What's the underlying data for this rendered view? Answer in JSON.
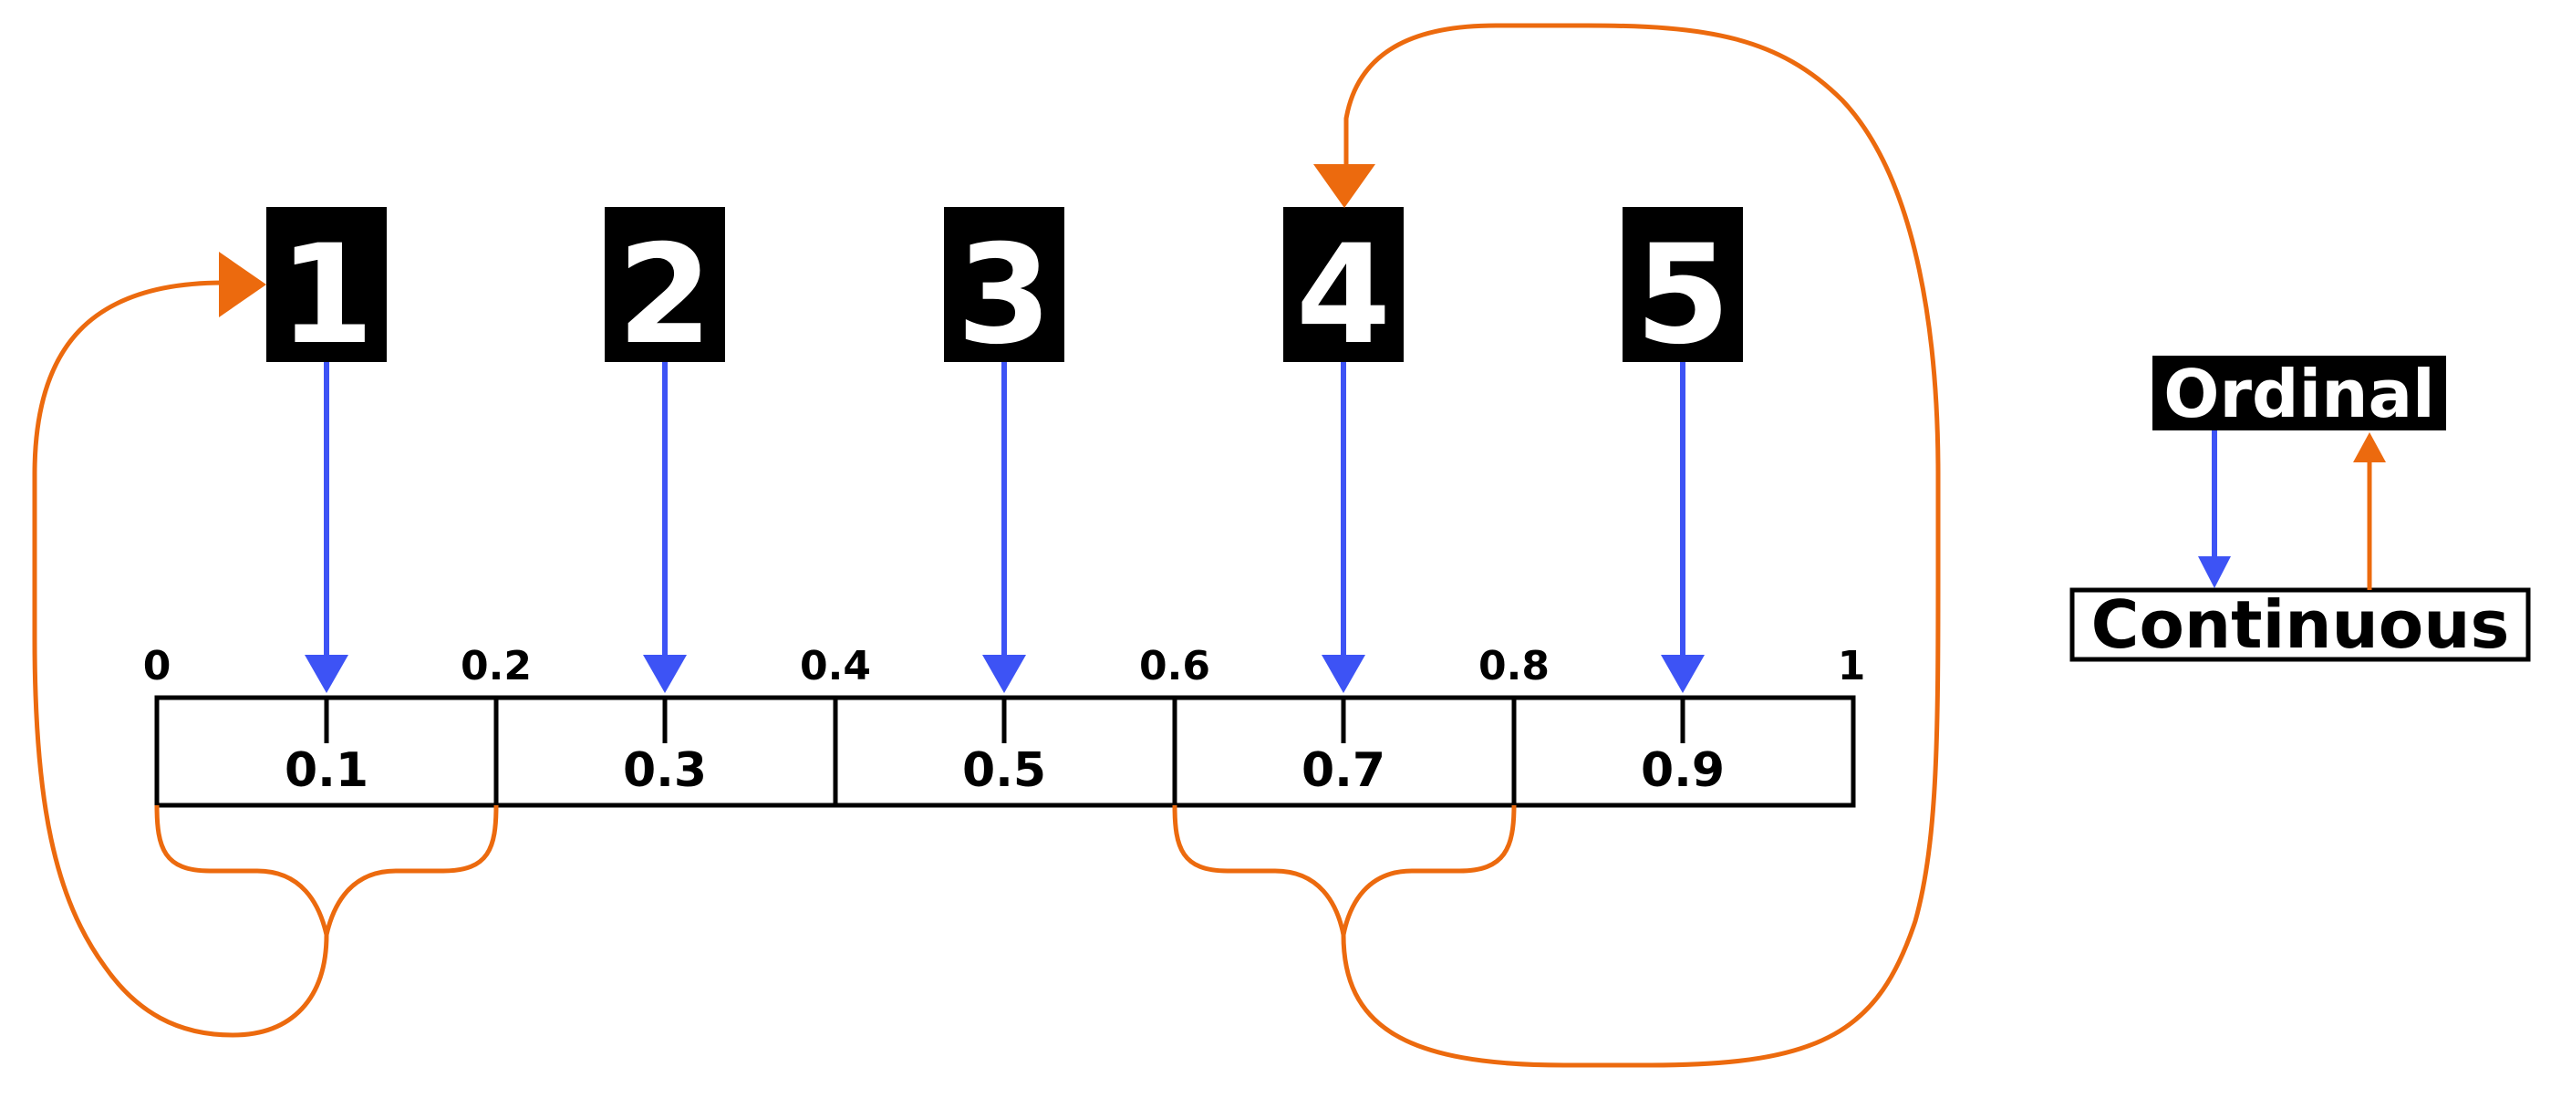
{
  "ordinal_labels": [
    "1",
    "2",
    "3",
    "4",
    "5"
  ],
  "boundary_labels": [
    "0",
    "0.2",
    "0.4",
    "0.6",
    "0.8",
    "1"
  ],
  "midpoint_labels": [
    "0.1",
    "0.3",
    "0.5",
    "0.7",
    "0.9"
  ],
  "legend": {
    "ordinal": "Ordinal",
    "continuous": "Continuous"
  },
  "colors": {
    "ordinal_to_continuous": "#3d53f5",
    "continuous_to_ordinal": "#ec6a0e"
  }
}
